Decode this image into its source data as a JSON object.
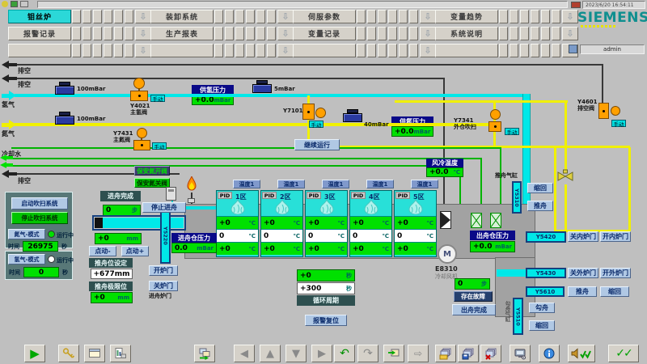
{
  "titlebar": {
    "datetime": "2023/6/20 16:54:11"
  },
  "brand": {
    "logo": "SIEMENS",
    "user": "admin"
  },
  "menu": {
    "arrow_glyph": "⇩",
    "rows": [
      {
        "items": [
          {
            "label": "钼丝炉"
          },
          {
            "label": "装卸系统"
          },
          {
            "label": "伺服参数"
          },
          {
            "label": "变量趋势"
          }
        ]
      },
      {
        "items": [
          {
            "label": "报警记录"
          },
          {
            "label": "生产报表"
          },
          {
            "label": "变量记录"
          },
          {
            "label": "系统说明"
          }
        ]
      },
      {
        "items": [
          {
            "label": ""
          },
          {
            "label": ""
          },
          {
            "label": ""
          },
          {
            "label": ""
          }
        ]
      }
    ]
  },
  "pipes": {
    "vent_top": "排空",
    "vent_mid": "排空",
    "vent_low": "排空",
    "hydrogen": "氢气",
    "nitrogen": "氮气",
    "cooling_water": "冷却水"
  },
  "regulators": {
    "h2_main": "100mBar",
    "n2_main": "100mBar",
    "h2_supply": "5mBar",
    "n2_supply": "40mBar"
  },
  "valves": {
    "y4021": {
      "tag": "Y4021",
      "name": "主氢阀",
      "mode": "手动"
    },
    "y7431": {
      "tag": "Y7431",
      "name": "主氮阀",
      "mode": "手动"
    },
    "y7101": {
      "tag": "Y7101",
      "mode": "手动"
    },
    "y7341": {
      "tag": "Y7341",
      "name": "外仓吹扫",
      "mode": "手动"
    },
    "y4601": {
      "tag": "Y4601",
      "name": "排空阀",
      "mode": "手动"
    }
  },
  "displays": {
    "h2_pressure": {
      "label": "供氢压力",
      "value": "+0.0",
      "unit": "mBar"
    },
    "n2_pressure": {
      "label": "供氮压力",
      "value": "+0.0",
      "unit": "mBar"
    },
    "air_cool_temp": {
      "label": "风冷温度",
      "value": "+0.0",
      "unit": "℃"
    },
    "inlet_pressure": {
      "label": "进舟仓压力",
      "value": "0.0",
      "unit": "mBar"
    },
    "outlet_pressure": {
      "label": "出舟仓压力",
      "value": "+0.0",
      "unit": "mBar"
    }
  },
  "controls": {
    "continue_run": "继续运行",
    "safety_n2_open": "保安氮开阀",
    "safety_n2_close": "保安氮关阀",
    "alarm_reset": "报警复位"
  },
  "purge": {
    "start": "启动吹扫系统",
    "stop": "停止吹扫系统",
    "n2_mode": {
      "label": "氮气-模式",
      "status": "运行中",
      "time_label": "时间",
      "time_value": "26975",
      "time_unit": "秒"
    },
    "h2_mode": {
      "label": "氢气-模式",
      "status": "运行中",
      "time_label": "时间",
      "time_value": "0",
      "time_unit": "秒"
    }
  },
  "boat_in": {
    "done_label": "进舟完成",
    "steps": {
      "value": "0",
      "unit": "步"
    },
    "stop_button": "停止进舟",
    "position": {
      "value": "+0",
      "unit": "mm"
    },
    "jog_minus": "点动-",
    "jog_plus": "点动+",
    "push_set_label": "推舟位设定",
    "push_set_value": "+677mm",
    "push_limit_label": "推舟极限位",
    "push_limit": {
      "value": "+0",
      "unit": "mm"
    },
    "cylinder_tag": "Y5220",
    "door_open": "开炉门",
    "door_close": "关炉门",
    "door_label": "进舟炉门"
  },
  "zones": {
    "curve_button": "温度1",
    "pid_label": "PID",
    "unit": "℃",
    "list": [
      {
        "name": "1区",
        "set": "+0",
        "actual": "0",
        "out": "+0"
      },
      {
        "name": "2区",
        "set": "+0",
        "actual": "0",
        "out": "+0"
      },
      {
        "name": "3区",
        "set": "+0",
        "actual": "0",
        "out": "+0"
      },
      {
        "name": "4区",
        "set": "+0",
        "actual": "0",
        "out": "+0"
      },
      {
        "name": "5区",
        "set": "+0",
        "actual": "0",
        "out": "+0"
      }
    ]
  },
  "cycle": {
    "elapsed": {
      "value": "+0",
      "unit": "秒"
    },
    "setting": {
      "value": "+300",
      "unit": "秒"
    },
    "label": "循环周期"
  },
  "fan": {
    "tag": "E8310",
    "name": "冷却风机",
    "motor": "M"
  },
  "boat_out": {
    "steps": {
      "value": "0",
      "unit": "步"
    },
    "fault_label": "存在故障",
    "done_button": "出舟完成",
    "push_cyl_label": "推舟气缸",
    "y5310": "Y5310",
    "retract_top": "缩回",
    "push_top": "推舟",
    "y5420": "Y5420",
    "close_inner": "关内炉门",
    "open_inner": "开内炉门",
    "y5430": "Y5430",
    "close_outer": "关外炉门",
    "open_outer": "开外炉门",
    "y5610": "Y5610",
    "push_bottom": "推舟",
    "retract_bottom": "缩回",
    "hook_cyl_label": "勾舟气缸",
    "y5510": "Y5510",
    "hook": "勾舟",
    "retract_hook": "缩回"
  },
  "toolbar": {
    "glyphs": {
      "run": "▶",
      "nav_left": "◀",
      "nav_up": "▲",
      "nav_down": "▼",
      "nav_right": "▶",
      "undo": "↶",
      "redo": "↷",
      "forward": "⇨",
      "checks": "✓✓"
    }
  }
}
